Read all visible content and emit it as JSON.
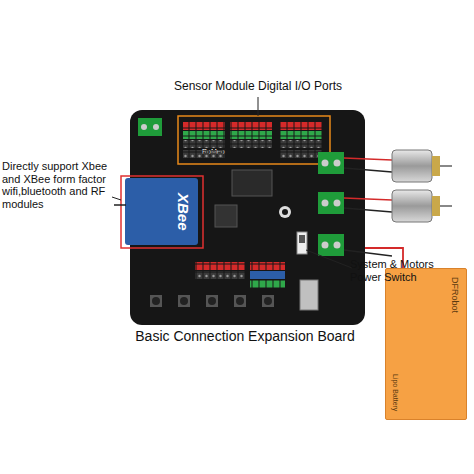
{
  "diagram": {
    "caption": "Basic Connection Expansion Board",
    "nodes": [
      {
        "text": [
          "RoMeo"
        ]
      },
      {
        "text": [
          "XBee"
        ],
        "in": 0
      },
      {
        "text": [
          "DFRobot",
          "Lipo Battery"
        ]
      }
    ],
    "edges": [
      {
        "from": 2,
        "to": 0,
        "arrow": "none"
      }
    ],
    "labels": [
      "Sensor Module Digital I/O Ports",
      "Directly support Xbee and XBee form factor wifi,bluetooth and RF modules",
      "System & Motors Power Switch"
    ]
  }
}
